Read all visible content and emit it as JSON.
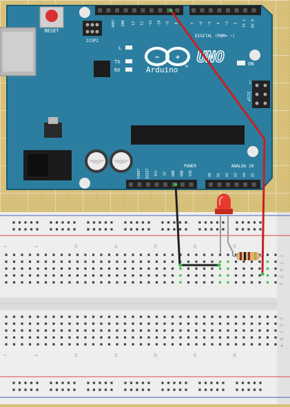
{
  "board": {
    "reset_label": "RESET",
    "icsp2_label": "ICSP2",
    "icsp_label": "ICSP",
    "l_label": "L",
    "tx_label": "TX",
    "rx_label": "RX",
    "on_label": "ON",
    "aref_label": "AREF",
    "gnd_label": "GND",
    "digital_label": "DIGITAL (PWM= ~)",
    "logo_text": "UNO",
    "brand_text": "Arduino",
    "tm_text": "TM",
    "power_label": "POWER",
    "analog_label": "ANALOG IN",
    "power_pins": [
      "IOREF",
      "RESET",
      "3V3",
      "5V",
      "GND",
      "GND",
      "VIN"
    ],
    "analog_pins": [
      "A0",
      "A1",
      "A2",
      "A3",
      "A4",
      "A5"
    ],
    "top_pins": [
      "13",
      "12",
      "~11",
      "~10",
      "~9",
      "8",
      "7",
      "~6",
      "~5",
      "4",
      "~3",
      "2",
      "TX 1",
      "RX 0"
    ],
    "icsp_number": "1"
  },
  "breadboard": {
    "column_numbers": [
      "1",
      "5",
      "10",
      "15",
      "20",
      "25",
      "30"
    ],
    "row_letters_top": [
      "J",
      "I",
      "H",
      "G",
      "F"
    ],
    "row_letters_bottom": [
      "E",
      "D",
      "C",
      "B",
      "A"
    ]
  },
  "colors": {
    "board": "#2b7ea0",
    "board_dark": "#1f6887",
    "wire_red": "#c8201f",
    "wire_black": "#222222",
    "led": "#e8392f",
    "breadboard": "#eeeeee",
    "hole_active": "#3dbb4a",
    "rail_red": "#d84848",
    "rail_blue": "#4a5fb8",
    "background": "#d7c07a"
  }
}
